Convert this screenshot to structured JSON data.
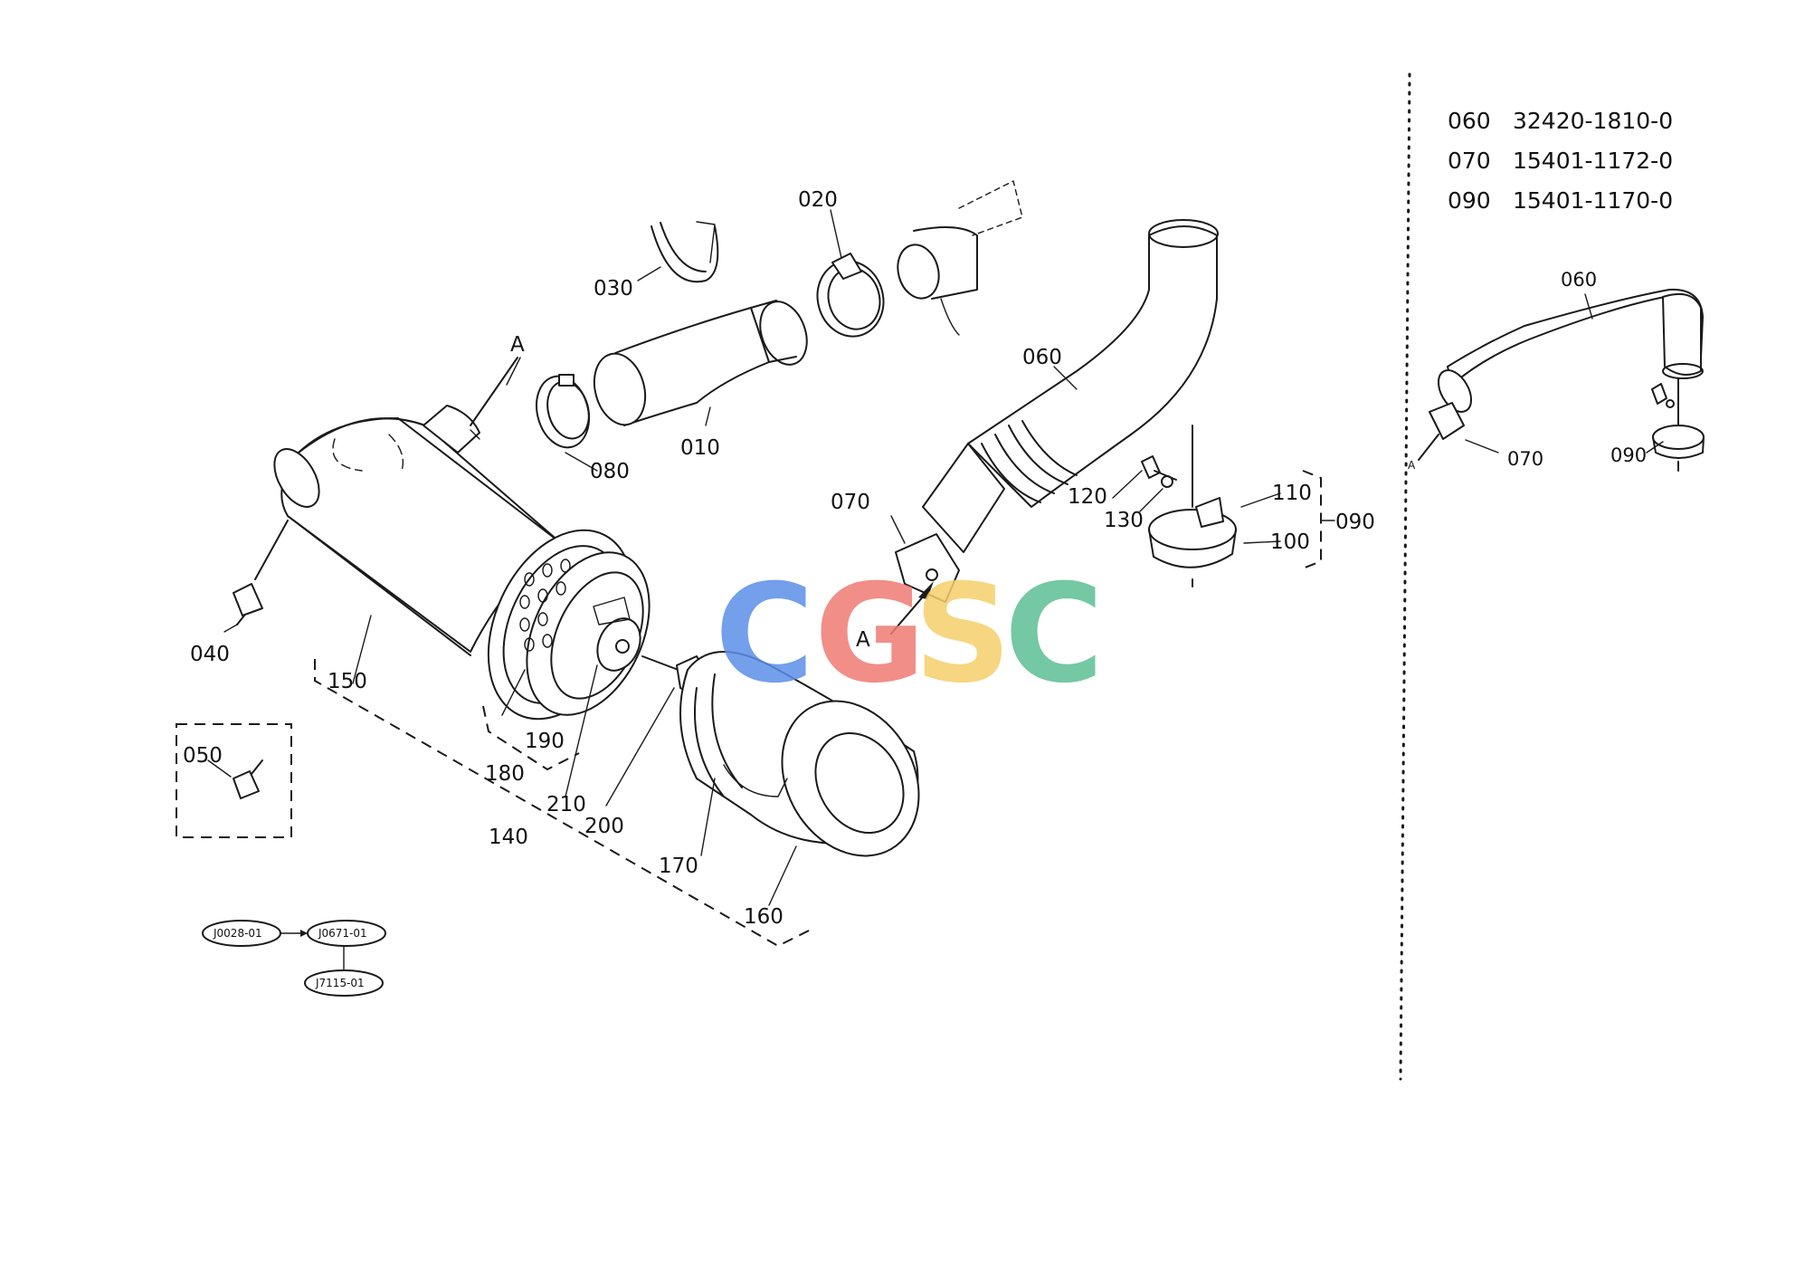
{
  "callouts": {
    "c010": "010",
    "c020": "020",
    "c030": "030",
    "c040": "040",
    "c050": "050",
    "c060": "060",
    "c070": "070",
    "c080": "080",
    "c090": "090",
    "c100": "100",
    "c110": "110",
    "c120": "120",
    "c130": "130",
    "c140": "140",
    "c150": "150",
    "c160": "160",
    "c170": "170",
    "c180": "180",
    "c190": "190",
    "c200": "200",
    "c210": "210",
    "markA": "A"
  },
  "refs": {
    "r1": "J0028-01",
    "r2": "J0671-01",
    "r3": "J7115-01"
  },
  "inset": {
    "parts": [
      {
        "no": "060",
        "part_no": "32420-1810-0"
      },
      {
        "no": "070",
        "part_no": "15401-1172-0"
      },
      {
        "no": "090",
        "part_no": "15401-1170-0"
      }
    ],
    "labels": {
      "c060": "060",
      "c070": "070",
      "c090": "090",
      "markA": "A"
    }
  },
  "watermark": {
    "letters": [
      "C",
      "G",
      "S",
      "C"
    ],
    "colors": [
      "#5b8fe8",
      "#ef7b74",
      "#f5d06a",
      "#5cbf94"
    ]
  }
}
